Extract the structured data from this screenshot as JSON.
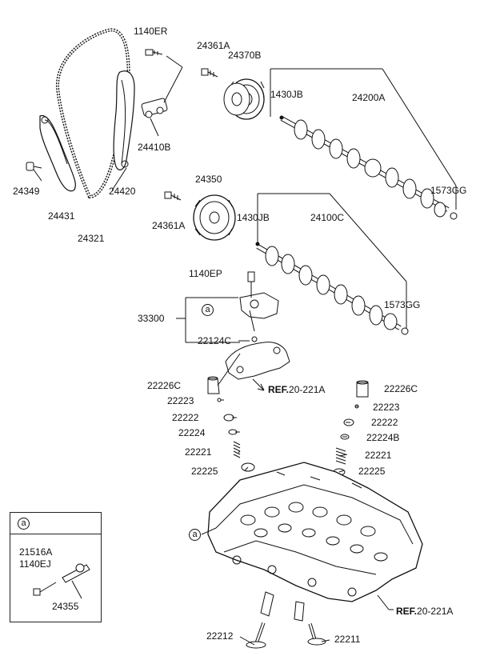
{
  "labels": {
    "p1140ER": "1140ER",
    "p24361A_top": "24361A",
    "p24370B": "24370B",
    "p1430JB_top": "1430JB",
    "p24200A": "24200A",
    "p24410B": "24410B",
    "p1573GG_top": "1573GG",
    "p24349": "24349",
    "p24420": "24420",
    "p24431": "24431",
    "p24321": "24321",
    "p24350": "24350",
    "p24361A_mid": "24361A",
    "p1430JB_mid": "1430JB",
    "p24100C": "24100C",
    "p1140EP": "1140EP",
    "p33300": "33300",
    "p1573GG_mid": "1573GG",
    "p22124C": "22124C",
    "p22226C_left": "22226C",
    "p22226C_right": "22226C",
    "p22223_left": "22223",
    "p22223_right": "22223",
    "p22222_left": "22222",
    "p22222_right": "22222",
    "p22224": "22224",
    "p22224B": "22224B",
    "p22221_left": "22221",
    "p22221_right": "22221",
    "p22225_left": "22225",
    "p22225_right": "22225",
    "p22212": "22212",
    "p22211": "22211",
    "p21516A": "21516A",
    "p1140EJ": "1140EJ",
    "p24355": "24355"
  },
  "refs": {
    "ref_upper_bold": "REF.",
    "ref_upper_num": "20-221A",
    "ref_lower_bold": "REF.",
    "ref_lower_num": "20-221A"
  },
  "callouts": {
    "a_symbol": "a"
  }
}
